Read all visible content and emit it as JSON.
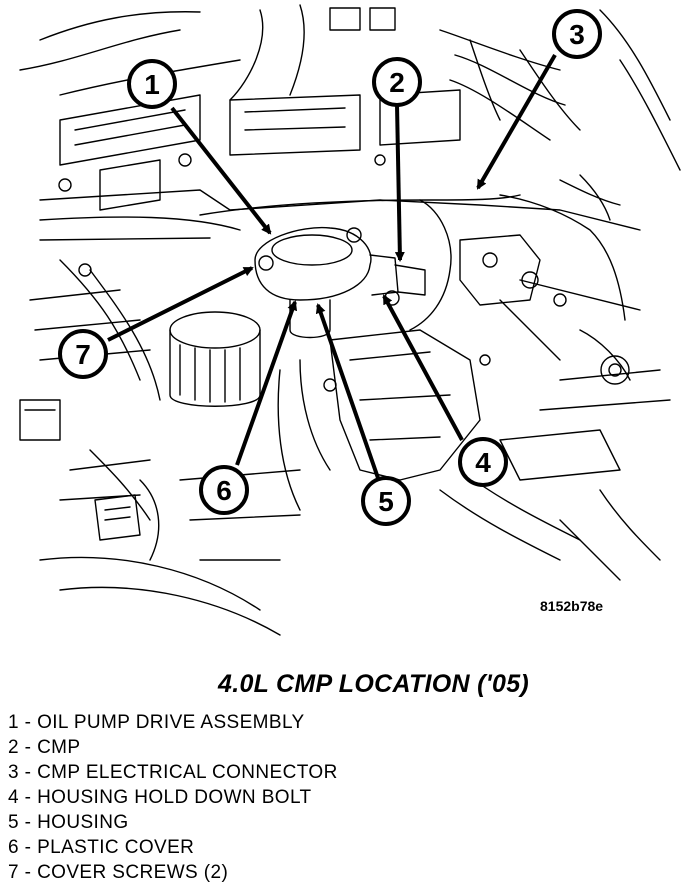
{
  "figure": {
    "code": "8152b78e",
    "callouts": [
      "1",
      "2",
      "3",
      "4",
      "5",
      "6",
      "7"
    ]
  },
  "title": "4.0L CMP LOCATION ('05)",
  "legend": [
    {
      "num": "1",
      "text": "OIL PUMP DRIVE ASSEMBLY"
    },
    {
      "num": "2",
      "text": "CMP"
    },
    {
      "num": "3",
      "text": "CMP ELECTRICAL CONNECTOR"
    },
    {
      "num": "4",
      "text": "HOUSING HOLD DOWN BOLT"
    },
    {
      "num": "5",
      "text": "HOUSING"
    },
    {
      "num": "6",
      "text": "PLASTIC COVER"
    },
    {
      "num": "7",
      "text": "COVER SCREWS (2)"
    }
  ]
}
